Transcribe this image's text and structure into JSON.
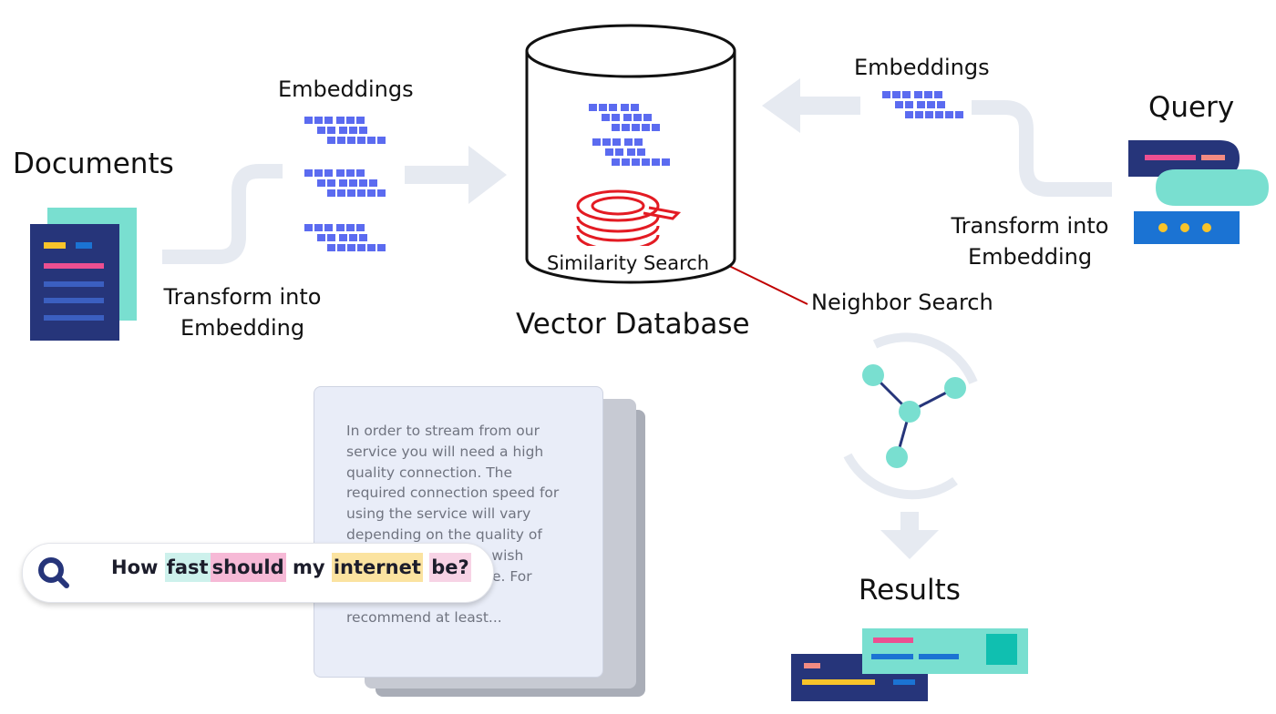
{
  "documents": {
    "label": "Documents"
  },
  "embeddings_left": {
    "label": "Embeddings"
  },
  "embeddings_right": {
    "label": "Embeddings"
  },
  "transform_left": {
    "line1": "Transform into",
    "line2": "Embedding"
  },
  "transform_right": {
    "line1": "Transform into",
    "line2": "Embedding"
  },
  "query": {
    "label": "Query"
  },
  "vector_db": {
    "label": "Vector Database",
    "search_label": "Similarity Search"
  },
  "neighbor": {
    "label": "Neighbor Search"
  },
  "results": {
    "label": "Results"
  },
  "search_box": {
    "words": [
      "How",
      "fast",
      "should",
      "my",
      "internet",
      "be?"
    ]
  },
  "doc_card": {
    "lines": [
      "In order to stream from our",
      "service you will need a high",
      "quality connection. The",
      "required connection speed for",
      "using the service will vary",
      "depending on the quality of",
      "you wish",
      "vice. For",
      "",
      "recommend at least..."
    ]
  },
  "colors": {
    "embedding_blue": "#5b6bf0",
    "navy": "#26357a",
    "teal": "#79dfd0",
    "pink": "#ec4f91",
    "salmon": "#f28b82",
    "yellow": "#f8c42a",
    "blue": "#1b73d3",
    "arrow_grey": "#e6eaf1",
    "red_icon": "#e31b23",
    "connector_red": "#c00000"
  }
}
